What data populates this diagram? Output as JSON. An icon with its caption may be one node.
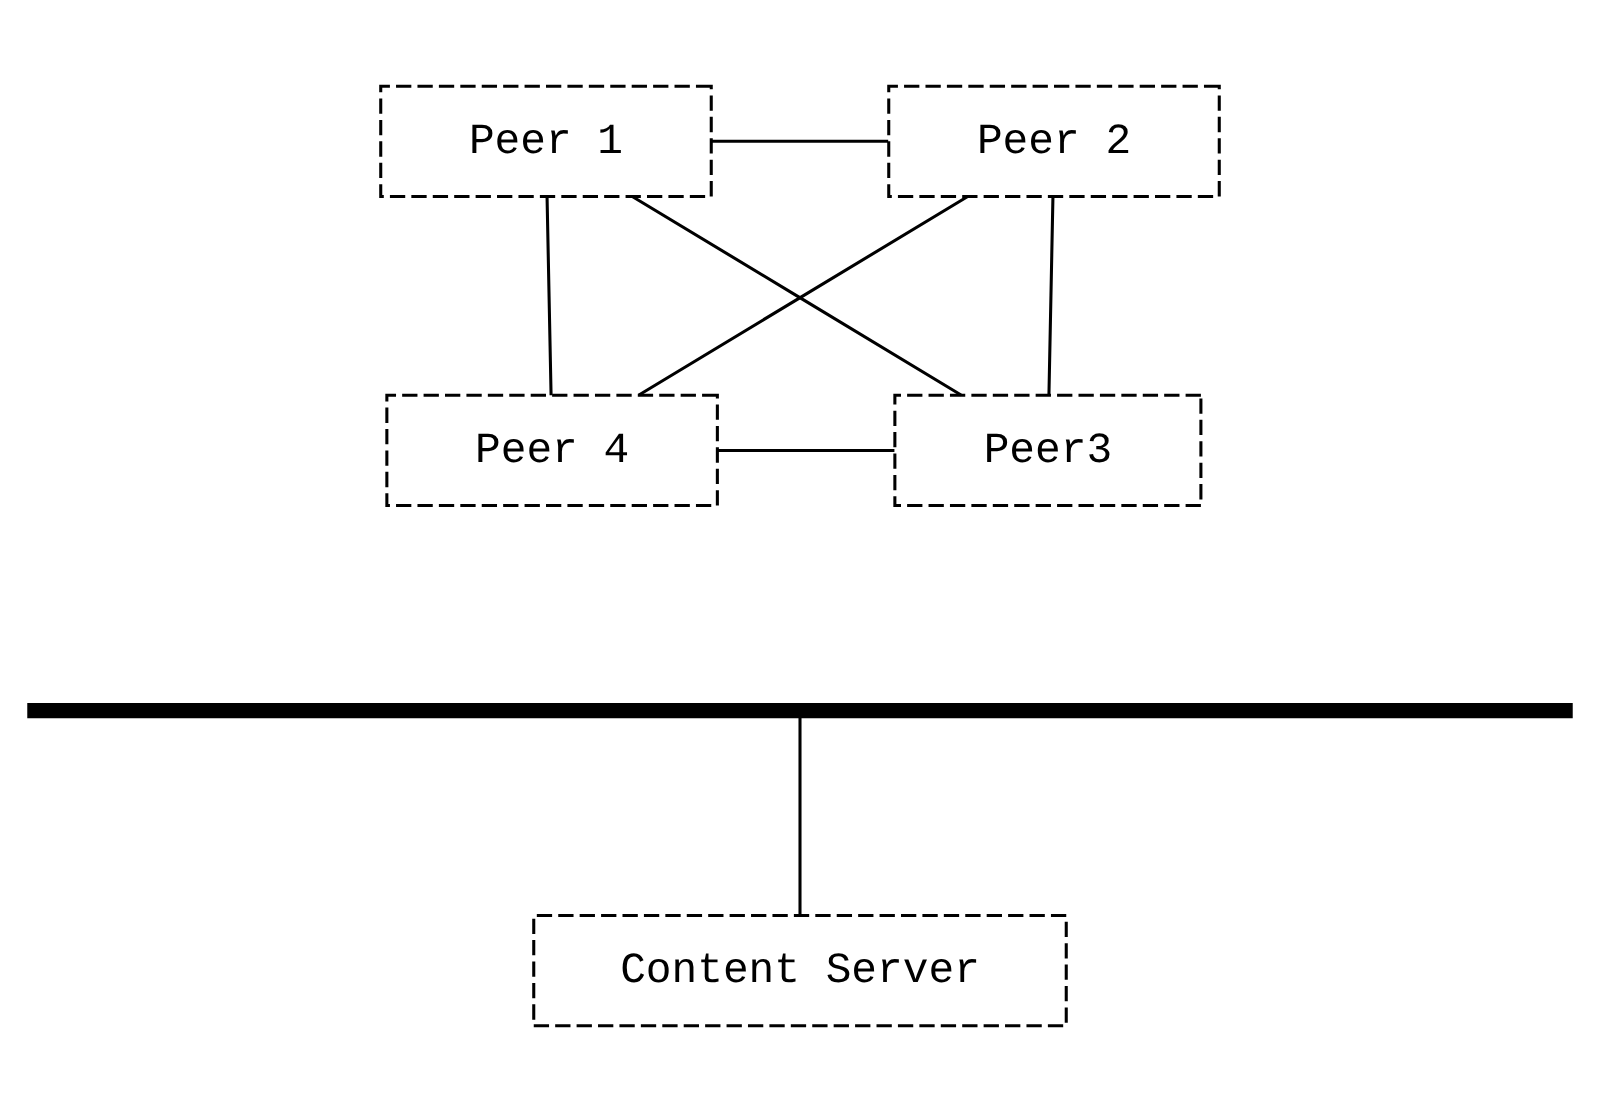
{
  "diagram": {
    "nodes": [
      {
        "text": [
          "Peer 1"
        ]
      },
      {
        "text": [
          "Peer 2"
        ]
      },
      {
        "text": [
          "Peer 4"
        ]
      },
      {
        "text": [
          "Peer3"
        ]
      },
      {
        "text": [],
        "shape": "bar"
      },
      {
        "text": [
          "Content Server"
        ]
      }
    ],
    "edges": [
      {
        "from": 0,
        "to": 1,
        "arrow": "none"
      },
      {
        "from": 0,
        "to": 2,
        "arrow": "none"
      },
      {
        "from": 0,
        "to": 3,
        "arrow": "none"
      },
      {
        "from": 1,
        "to": 2,
        "arrow": "none"
      },
      {
        "from": 1,
        "to": 3,
        "arrow": "none"
      },
      {
        "from": 2,
        "to": 3,
        "arrow": "none"
      },
      {
        "from": 4,
        "to": 5,
        "arrow": "none"
      }
    ]
  }
}
